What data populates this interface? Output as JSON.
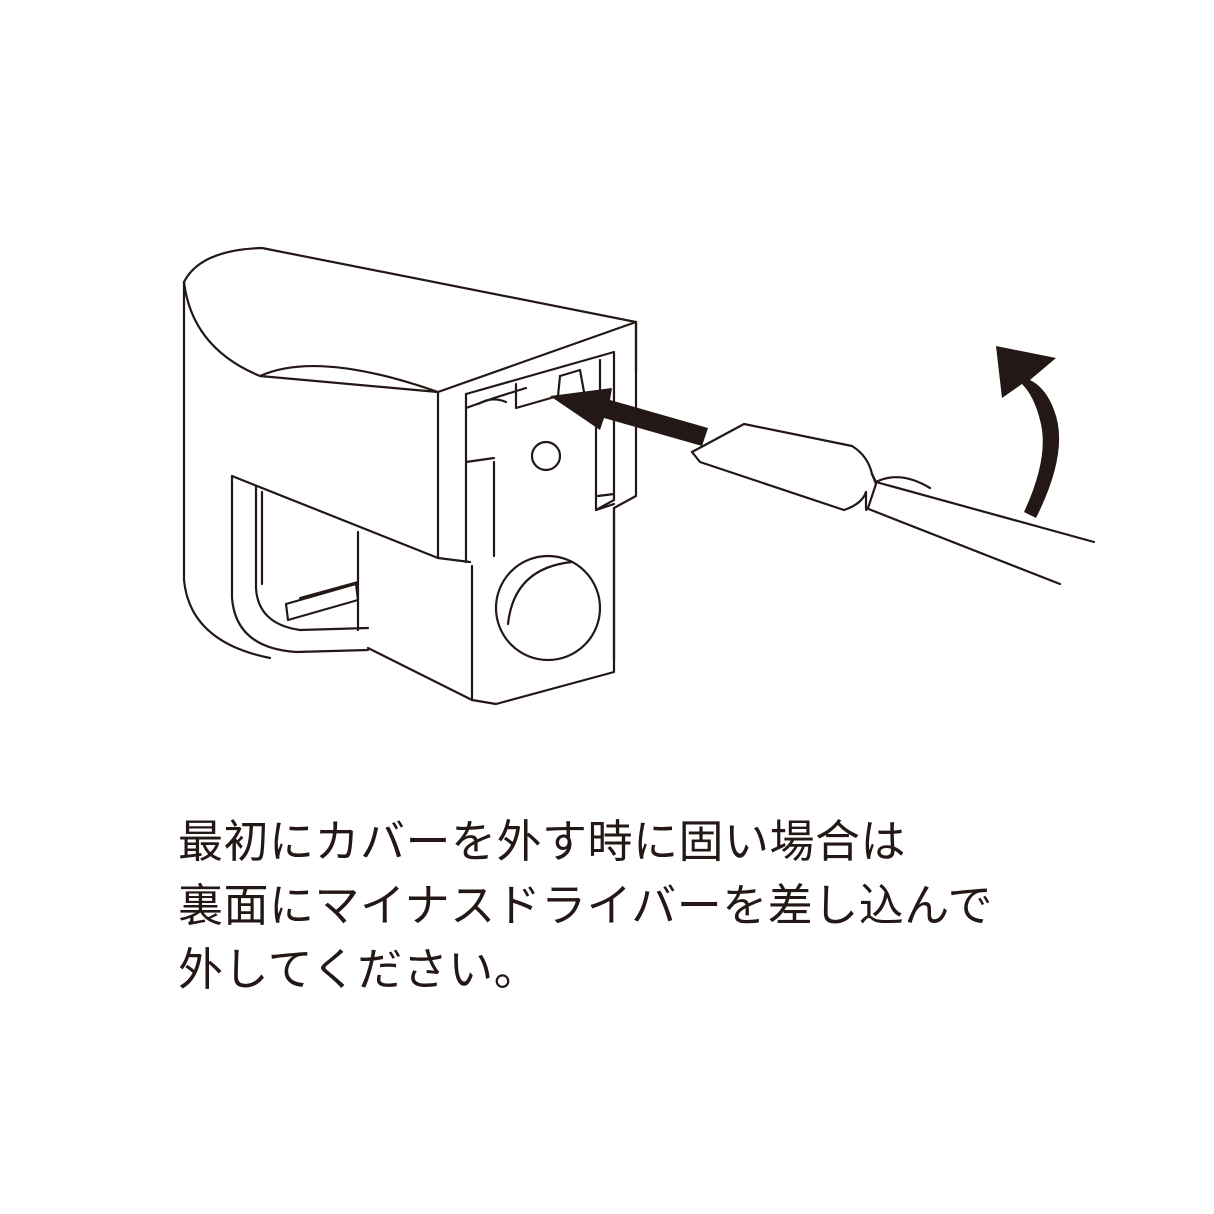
{
  "instructions": {
    "lines": [
      "最初にカバーを外す時に固い場合は",
      "裏面にマイナスドライバーを差し込んで",
      "外してください。"
    ]
  },
  "colors": {
    "ink": "#231815",
    "background": "#ffffff"
  },
  "icons": [
    "end-cap-part",
    "screwdriver-icon",
    "insert-arrow-icon",
    "lift-arrow-icon"
  ]
}
